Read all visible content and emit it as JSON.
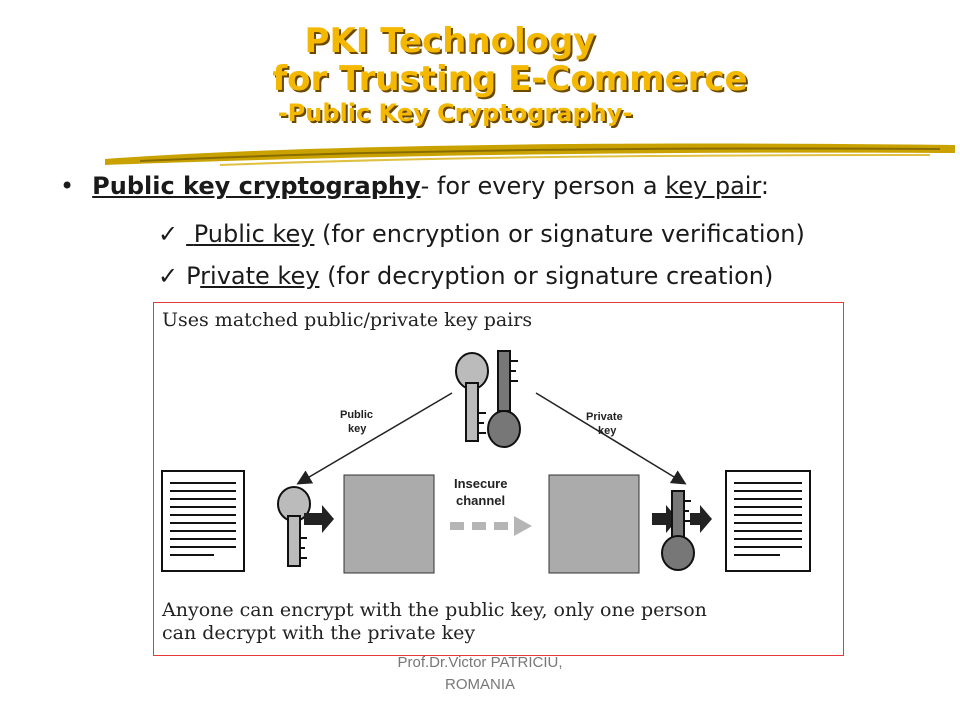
{
  "title": {
    "line1": "PKI Technology",
    "line2": "for Trusting E-Commerce",
    "line3": "-Public Key Cryptography-"
  },
  "bullet": {
    "term": "Public key cryptography",
    "rest_before": "- for every person a ",
    "key_pair": "key pair",
    "rest_after": ":"
  },
  "sub_items": [
    {
      "check": "✓",
      "lead": " ",
      "term": "Public key",
      "rest": " (for encryption or signature verification)"
    },
    {
      "check": "✓",
      "lead": "P",
      "term": "rivate key",
      "rest": " (for decryption or signature creation)"
    }
  ],
  "figure": {
    "caption_top": "Uses matched public/private key pairs",
    "label_public_1": "Public",
    "label_public_2": "key",
    "label_private_1": "Private",
    "label_private_2": "key",
    "label_insecure_1": "Insecure",
    "label_insecure_2": "channel",
    "caption_bottom_1": "Anyone can encrypt with the public key, only one person",
    "caption_bottom_2": "can decrypt with the private key"
  },
  "footer": {
    "line1": "Prof.Dr.Victor PATRICIU,",
    "line2": "ROMANIA"
  },
  "colors": {
    "title": "#f5b800",
    "title_shadow": "#6b4a00",
    "figure_border": "#e43a3a"
  }
}
